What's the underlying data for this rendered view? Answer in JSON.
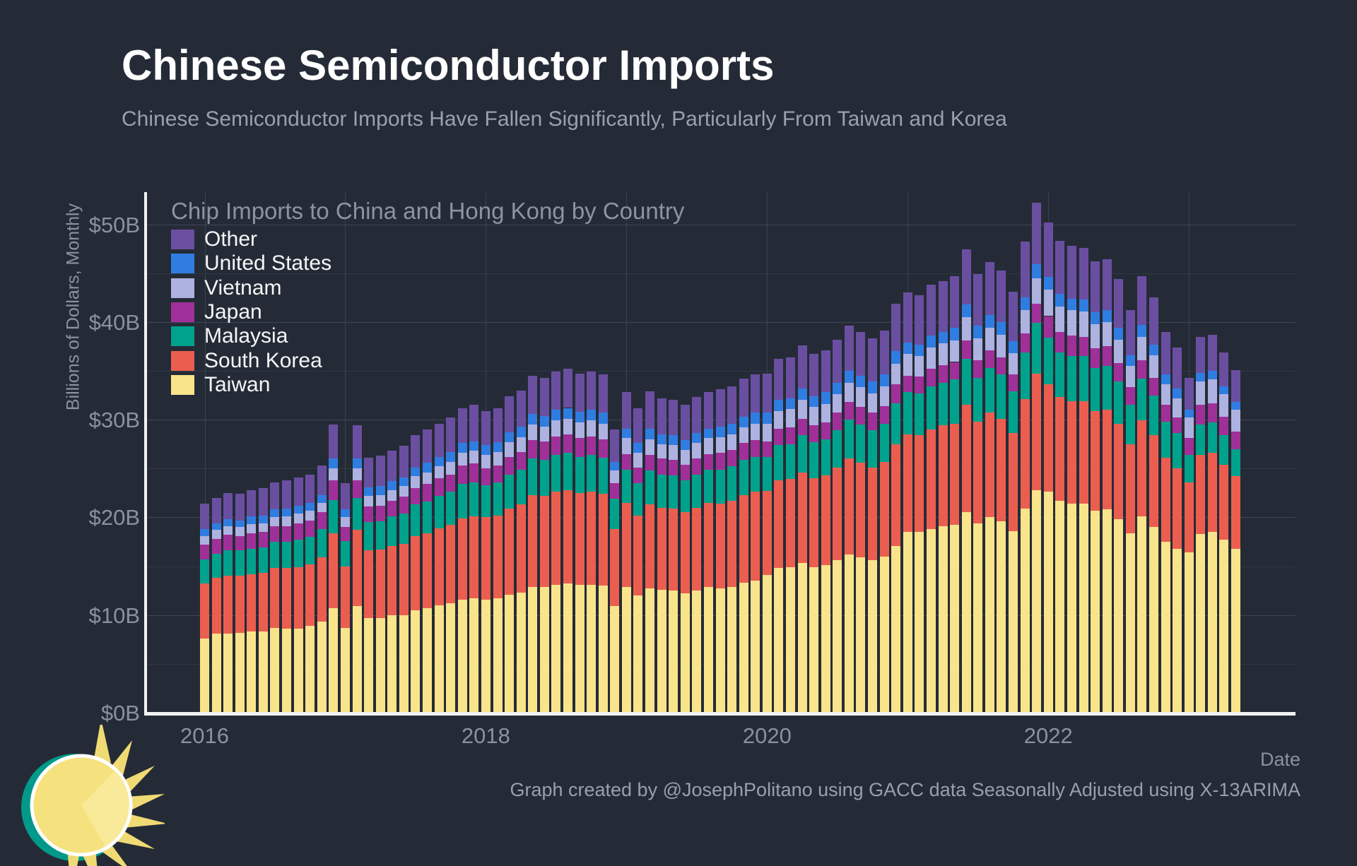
{
  "header": {
    "title": "Chinese Semiconductor Imports",
    "subtitle": "Chinese Semiconductor Imports Have Fallen Significantly, Particularly From Taiwan and Korea"
  },
  "footer": {
    "attribution": "Graph created by @JosephPolitano using GACC data Seasonally Adjusted using X-13ARIMA"
  },
  "colors": {
    "background": "#252b36",
    "axis": "#f2f3f4",
    "grid_major": "#3e4654",
    "grid_minor": "#303845",
    "text_muted": "#8b929e",
    "logo_teal": "#00998a",
    "logo_yellow": "#f5e27f",
    "logo_wedge": "#f8eb9d"
  },
  "chart_data": {
    "type": "bar",
    "stacked": true,
    "title": "Chip Imports to China and Hong Kong by Country",
    "xlabel": "Date",
    "ylabel": "Billions of Dollars, Monthly",
    "x_start_month": "2016-01",
    "x_end_month": "2023-05",
    "months_count": 89,
    "ylim": [
      0,
      53
    ],
    "y_tick_labels": [
      "$0B",
      "$10B",
      "$20B",
      "$30B",
      "$40B",
      "$50B"
    ],
    "x_tick_labels": [
      {
        "label": "2016",
        "year_index": 0
      },
      {
        "label": "2018",
        "year_index": 2
      },
      {
        "label": "2020",
        "year_index": 4
      },
      {
        "label": "2022",
        "year_index": 6
      }
    ],
    "grid": "horizontal minor every 5B, major every 10B; vertical line each year",
    "legend_position": "top-left",
    "legend_order_top_to_bottom": [
      "Other",
      "United States",
      "Vietnam",
      "Japan",
      "Malaysia",
      "South Korea",
      "Taiwan"
    ],
    "series_bottom_to_top": [
      {
        "name": "Taiwan",
        "color": "#f9e48b",
        "values": [
          7.6,
          8.1,
          8.1,
          8.2,
          8.3,
          8.3,
          8.7,
          8.6,
          8.6,
          8.9,
          9.3,
          10.7,
          8.7,
          10.9,
          9.7,
          9.7,
          10.0,
          10.0,
          10.5,
          10.7,
          11.0,
          11.2,
          11.6,
          11.7,
          11.6,
          11.7,
          12.1,
          12.3,
          12.9,
          12.9,
          13.1,
          13.2,
          13.1,
          13.1,
          13.0,
          10.9,
          12.9,
          12.0,
          12.7,
          12.6,
          12.5,
          12.2,
          12.5,
          12.9,
          12.7,
          12.9,
          13.3,
          13.5,
          14.1,
          14.8,
          14.9,
          15.3,
          14.9,
          15.1,
          15.6,
          16.2,
          15.9,
          15.6,
          16.0,
          17.1,
          18.5,
          18.5,
          18.8,
          19.1,
          19.2,
          20.5,
          19.4,
          20.0,
          19.6,
          18.6,
          20.9,
          22.8,
          22.6,
          21.7,
          21.4,
          21.4,
          20.7,
          20.8,
          19.8,
          18.4,
          20.1,
          19.0,
          17.5,
          16.8,
          16.4,
          18.3,
          18.5,
          17.7,
          16.8
        ]
      },
      {
        "name": "South Korea",
        "color": "#eb5e4f",
        "values": [
          5.6,
          5.7,
          5.9,
          5.8,
          5.9,
          6.0,
          6.1,
          6.2,
          6.3,
          6.3,
          6.6,
          7.7,
          6.3,
          7.8,
          6.9,
          7.0,
          7.1,
          7.3,
          7.6,
          7.7,
          7.9,
          8.0,
          8.3,
          8.4,
          8.4,
          8.5,
          8.8,
          9.0,
          9.4,
          9.3,
          9.5,
          9.6,
          9.4,
          9.5,
          9.4,
          7.9,
          8.6,
          8.2,
          8.6,
          8.4,
          8.4,
          8.3,
          8.5,
          8.6,
          8.7,
          8.8,
          9.0,
          9.1,
          8.6,
          9.0,
          9.0,
          9.3,
          9.1,
          9.2,
          9.5,
          9.8,
          9.7,
          9.5,
          9.7,
          10.4,
          10.0,
          9.9,
          10.2,
          10.3,
          10.4,
          11.0,
          10.4,
          10.7,
          10.5,
          10.0,
          11.2,
          11.9,
          11.0,
          10.6,
          10.5,
          10.5,
          10.2,
          10.2,
          9.8,
          9.1,
          9.8,
          9.4,
          8.6,
          8.2,
          7.2,
          8.1,
          8.1,
          7.7,
          7.4
        ]
      },
      {
        "name": "Malaysia",
        "color": "#00a28c",
        "values": [
          2.5,
          2.5,
          2.6,
          2.6,
          2.6,
          2.6,
          2.7,
          2.7,
          2.8,
          2.8,
          2.9,
          3.4,
          2.6,
          3.3,
          2.9,
          2.9,
          3.0,
          3.1,
          3.2,
          3.2,
          3.3,
          3.4,
          3.5,
          3.5,
          3.3,
          3.4,
          3.5,
          3.6,
          3.7,
          3.7,
          3.8,
          3.8,
          3.7,
          3.8,
          3.7,
          3.1,
          3.4,
          3.3,
          3.5,
          3.4,
          3.4,
          3.3,
          3.4,
          3.4,
          3.5,
          3.5,
          3.6,
          3.6,
          3.5,
          3.6,
          3.6,
          3.8,
          3.7,
          3.7,
          3.8,
          4.0,
          3.9,
          3.8,
          3.9,
          4.2,
          4.3,
          4.3,
          4.4,
          4.4,
          4.5,
          4.7,
          4.5,
          4.6,
          4.5,
          4.3,
          4.8,
          5.2,
          4.8,
          4.6,
          4.6,
          4.6,
          4.4,
          4.5,
          4.3,
          4.0,
          4.3,
          4.1,
          3.7,
          3.6,
          2.8,
          3.1,
          3.1,
          3.0,
          2.8
        ]
      },
      {
        "name": "Japan",
        "color": "#a03099",
        "values": [
          1.5,
          1.5,
          1.6,
          1.5,
          1.6,
          1.6,
          1.6,
          1.6,
          1.7,
          1.7,
          1.7,
          2.0,
          1.4,
          1.8,
          1.6,
          1.6,
          1.6,
          1.7,
          1.7,
          1.8,
          1.8,
          1.8,
          1.9,
          1.9,
          1.7,
          1.7,
          1.8,
          1.8,
          1.9,
          1.9,
          1.9,
          1.9,
          1.9,
          1.9,
          1.9,
          1.6,
          1.6,
          1.6,
          1.6,
          1.6,
          1.6,
          1.6,
          1.6,
          1.6,
          1.7,
          1.7,
          1.7,
          1.7,
          1.6,
          1.7,
          1.7,
          1.7,
          1.7,
          1.7,
          1.8,
          1.8,
          1.8,
          1.8,
          1.8,
          1.9,
          1.7,
          1.7,
          1.8,
          1.8,
          1.8,
          1.9,
          1.8,
          1.8,
          1.8,
          1.7,
          1.9,
          2.0,
          2.2,
          2.1,
          2.1,
          2.0,
          2.0,
          2.0,
          1.9,
          1.8,
          1.9,
          1.8,
          1.7,
          1.6,
          1.7,
          2.0,
          2.0,
          1.9,
          1.8
        ]
      },
      {
        "name": "Vietnam",
        "color": "#aeb2e1",
        "values": [
          0.9,
          0.9,
          0.9,
          0.9,
          0.9,
          0.9,
          0.9,
          1.0,
          1.0,
          1.0,
          1.0,
          1.2,
          1.0,
          1.2,
          1.1,
          1.1,
          1.1,
          1.1,
          1.2,
          1.2,
          1.2,
          1.3,
          1.3,
          1.3,
          1.4,
          1.4,
          1.5,
          1.5,
          1.6,
          1.5,
          1.6,
          1.6,
          1.6,
          1.6,
          1.6,
          1.3,
          1.6,
          1.5,
          1.6,
          1.5,
          1.5,
          1.5,
          1.6,
          1.6,
          1.6,
          1.6,
          1.6,
          1.7,
          1.8,
          1.8,
          1.9,
          1.9,
          1.9,
          1.9,
          1.9,
          2.0,
          2.0,
          2.0,
          2.0,
          2.1,
          2.2,
          2.1,
          2.2,
          2.2,
          2.2,
          2.4,
          2.2,
          2.3,
          2.3,
          2.2,
          2.4,
          2.6,
          2.7,
          2.6,
          2.6,
          2.6,
          2.5,
          2.5,
          2.4,
          2.2,
          2.4,
          2.3,
          2.1,
          2.0,
          2.1,
          2.4,
          2.4,
          2.3,
          2.2
        ]
      },
      {
        "name": "United States",
        "color": "#2f7de1",
        "values": [
          0.7,
          0.7,
          0.7,
          0.7,
          0.8,
          0.8,
          0.8,
          0.8,
          0.8,
          0.8,
          0.8,
          1.0,
          0.8,
          1.0,
          0.9,
          0.9,
          0.9,
          0.9,
          0.9,
          1.0,
          1.0,
          1.0,
          1.0,
          1.0,
          1.0,
          1.0,
          1.0,
          1.1,
          1.1,
          1.1,
          1.1,
          1.1,
          1.1,
          1.1,
          1.1,
          0.9,
          1.0,
          1.0,
          1.1,
          1.0,
          1.0,
          1.0,
          1.0,
          1.0,
          1.1,
          1.1,
          1.1,
          1.1,
          1.1,
          1.1,
          1.1,
          1.2,
          1.1,
          1.2,
          1.2,
          1.2,
          1.2,
          1.2,
          1.2,
          1.3,
          1.2,
          1.2,
          1.2,
          1.2,
          1.3,
          1.3,
          1.3,
          1.3,
          1.3,
          1.2,
          1.3,
          1.4,
          1.3,
          1.3,
          1.2,
          1.2,
          1.2,
          1.2,
          1.2,
          1.1,
          1.2,
          1.1,
          1.0,
          1.0,
          0.8,
          0.9,
          0.9,
          0.8,
          0.8
        ]
      },
      {
        "name": "Other",
        "color": "#6a4fa1",
        "values": [
          2.6,
          2.6,
          2.7,
          2.7,
          2.7,
          2.8,
          2.8,
          2.9,
          2.9,
          2.9,
          3.0,
          3.5,
          2.7,
          3.4,
          3.0,
          3.1,
          3.1,
          3.2,
          3.3,
          3.4,
          3.4,
          3.5,
          3.6,
          3.7,
          3.5,
          3.5,
          3.7,
          3.7,
          3.9,
          3.9,
          3.9,
          4.0,
          3.9,
          3.9,
          3.9,
          3.3,
          3.7,
          3.6,
          3.8,
          3.7,
          3.6,
          3.6,
          3.7,
          3.7,
          3.8,
          3.8,
          3.9,
          3.9,
          4.0,
          4.2,
          4.2,
          4.4,
          4.3,
          4.3,
          4.4,
          4.6,
          4.5,
          4.4,
          4.5,
          4.9,
          5.1,
          5.0,
          5.2,
          5.2,
          5.3,
          5.6,
          5.3,
          5.4,
          5.3,
          5.1,
          5.7,
          6.3,
          5.6,
          5.4,
          5.4,
          5.3,
          5.2,
          5.2,
          5.0,
          4.6,
          5.0,
          4.8,
          4.4,
          4.2,
          3.3,
          3.7,
          3.7,
          3.5,
          3.3
        ]
      }
    ]
  }
}
